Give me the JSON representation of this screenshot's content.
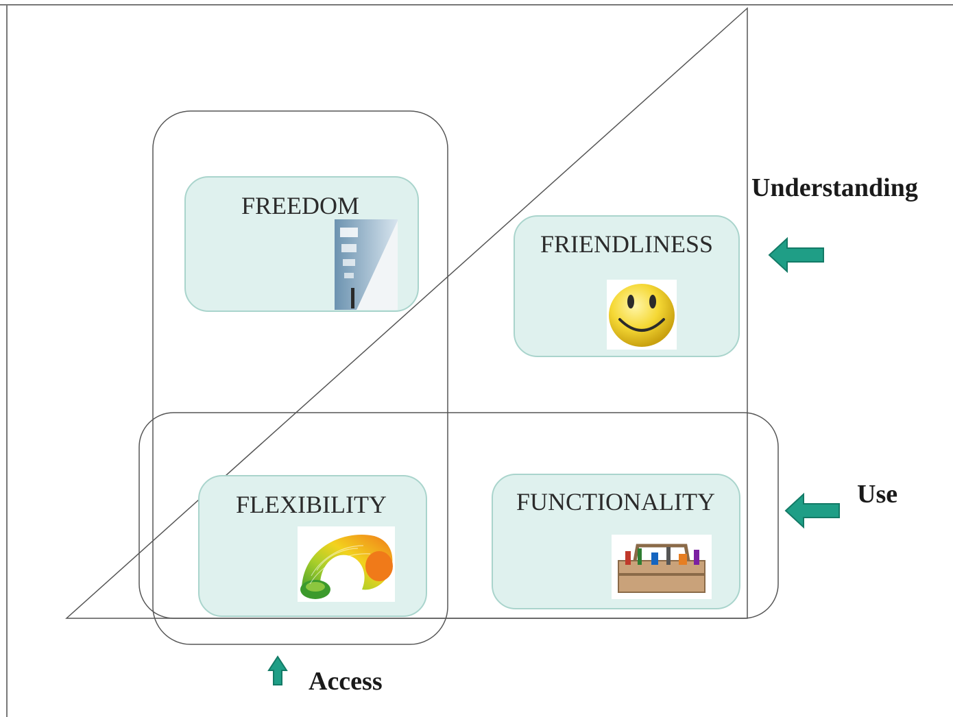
{
  "quadrants": {
    "freedom": {
      "label": "FREEDOM",
      "icon": "building-photo-icon"
    },
    "friendliness": {
      "label": "FRIENDLINESS",
      "icon": "smiley-face-icon"
    },
    "flexibility": {
      "label": "FLEXIBILITY",
      "icon": "slinky-spring-icon"
    },
    "functionality": {
      "label": "FUNCTIONALITY",
      "icon": "toolbox-icon"
    }
  },
  "dimensions": {
    "understanding": {
      "label": "Understanding",
      "icon": "arrow-left-icon"
    },
    "use": {
      "label": "Use",
      "icon": "arrow-left-icon"
    },
    "access": {
      "label": "Access",
      "icon": "arrow-up-icon"
    }
  },
  "colors": {
    "box_fill": "#dff1ee",
    "box_stroke": "#a9d4cc",
    "arrow": "#1f9e86",
    "line": "#555555"
  }
}
